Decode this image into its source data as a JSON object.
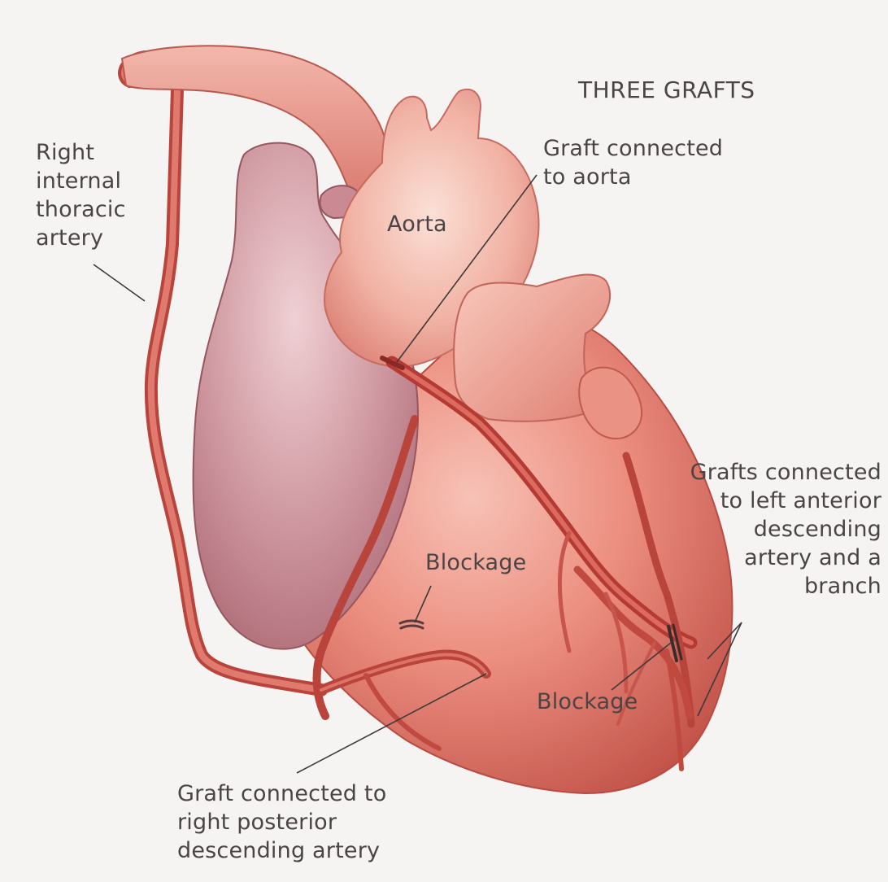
{
  "title": "THREE GRAFTS",
  "labels": {
    "right_internal_thoracic_artery": "Right\ninternal\nthoracic\nartery",
    "graft_to_aorta": "Graft connected\nto aorta",
    "aorta": "Aorta",
    "blockage_upper": "Blockage",
    "blockage_lower": "Blockage",
    "grafts_to_lad": "Grafts connected\nto left anterior\ndescending\nartery and a\nbranch",
    "graft_to_rpda": "Graft connected to\nright posterior\ndescending artery"
  },
  "colors": {
    "background": "#f6f4f2",
    "heart_muscle": "#e9877c",
    "heart_shadow": "#c8574d",
    "right_atrium": "#c98d96",
    "vessel": "#c23e35",
    "label_text": "#4a4446"
  }
}
